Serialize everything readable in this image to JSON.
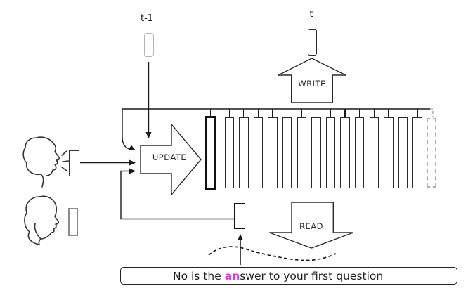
{
  "labels": {
    "prev_timestep": "t-1",
    "current_timestep": "t",
    "update": "UPDATE",
    "write": "WRITE",
    "read": "READ"
  },
  "memory": {
    "bold_slot_count": 1,
    "solid_slot_count": 14,
    "dashed_slot_count": 1
  },
  "sentence": {
    "prefix": "No is the ",
    "highlight": "an",
    "suffix": "swer to your first question",
    "highlight_color": "#e332e3"
  },
  "colors": {
    "line": "#1a1a1a",
    "prev_timestep_box_border": "#b5b5b5",
    "current_timestep_box_border": "#2a2a2a",
    "dashed_slot_border": "#b0b0b0",
    "listener_box_border": "#8a8a8a",
    "highlight": "#e332e3"
  },
  "icons": {
    "speaker": "speaking-person-icon",
    "listener": "listening-person-icon"
  }
}
